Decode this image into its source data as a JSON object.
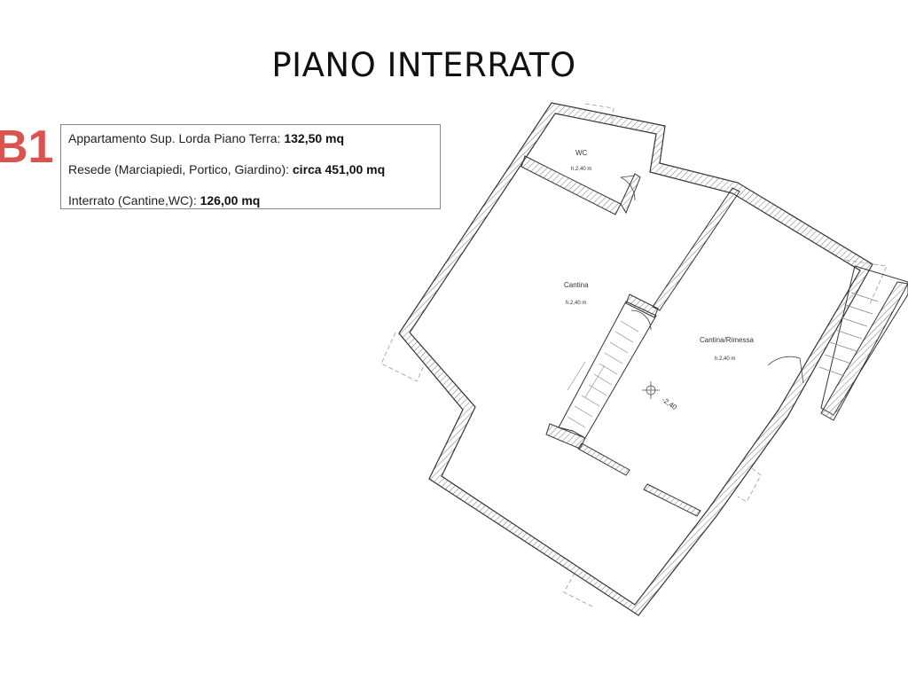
{
  "page_title": "PIANO INTERRATO",
  "unit_badge": "B1",
  "info": {
    "rows": [
      {
        "label": "Appartamento Sup. Lorda Piano Terra:",
        "value": "132,50 mq"
      },
      {
        "label": "Resede (Marciapiedi, Portico, Giardino):",
        "value": "circa 451,00 mq"
      },
      {
        "label": "Interrato (Cantine,WC):",
        "value": "126,00 mq"
      }
    ]
  },
  "rooms": {
    "wc": {
      "name": "WC",
      "height": "h.2,40 m"
    },
    "cantina": {
      "name": "Cantina",
      "height": "h.2,40 m"
    },
    "cantina_rimessa": {
      "name": "Cantina/Rimessa",
      "height": "h.2,40 m"
    }
  },
  "level_marker": "-2,40",
  "colors": {
    "badge": "#d9534f",
    "wall": "#333333",
    "hatch": "#888888"
  }
}
